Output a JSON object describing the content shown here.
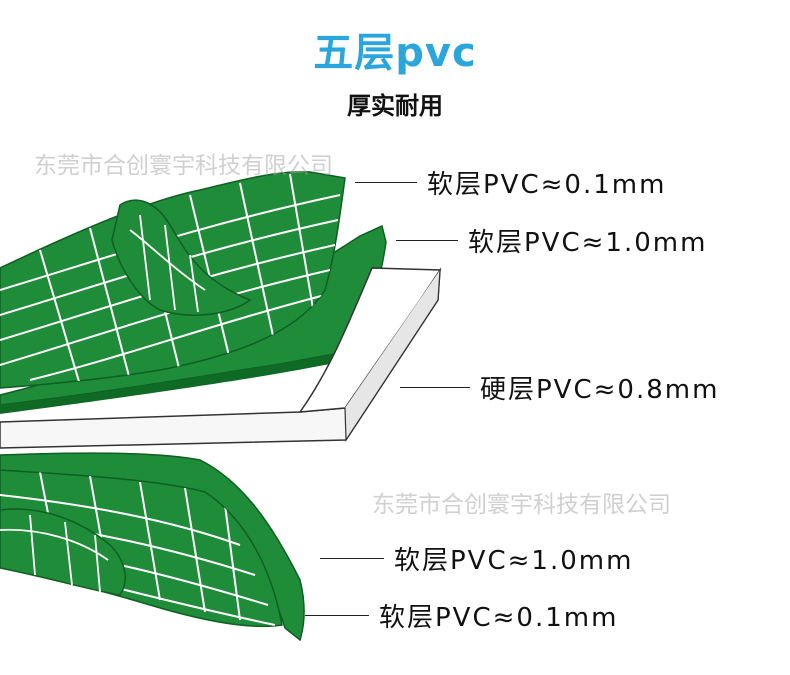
{
  "title": "五层pvc",
  "subtitle": "厚实耐用",
  "watermark": "东莞市合创寰宇科技有限公司",
  "layers": [
    {
      "label": "软层PVC≈0.1mm"
    },
    {
      "label": "软层PVC≈1.0mm"
    },
    {
      "label": "硬层PVC≈0.8mm"
    },
    {
      "label": "软层PVC≈1.0mm"
    },
    {
      "label": "软层PVC≈0.1mm"
    }
  ],
  "colors": {
    "title": "#2aa6dc",
    "green_layer": "#1f8c3a",
    "green_dark": "#0f6a25",
    "grid_lines": "#ffffff",
    "hard_layer": "#f7f7f7"
  }
}
